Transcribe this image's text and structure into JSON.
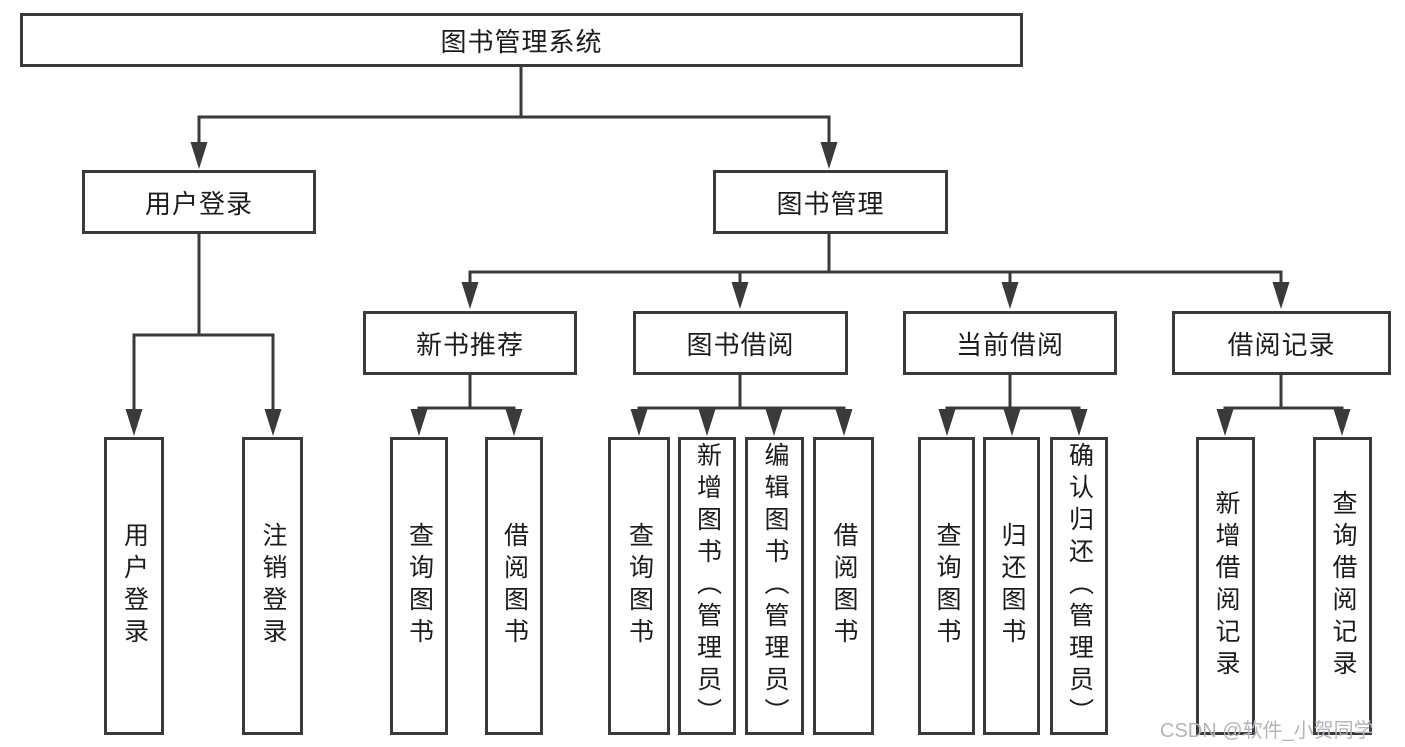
{
  "tree": {
    "root": {
      "label": "图书管理系统"
    },
    "children": [
      {
        "id": "user-login",
        "label": "用户登录",
        "leaves": [
          "用户登录",
          "注销登录"
        ]
      },
      {
        "id": "book-management",
        "label": "图书管理",
        "children": [
          {
            "id": "new-book-recommend",
            "label": "新书推荐",
            "leaves": [
              "查询图书",
              "借阅图书"
            ]
          },
          {
            "id": "book-borrowing",
            "label": "图书借阅",
            "leaves": [
              "查询图书",
              "新增图书（管理员）",
              "编辑图书（管理员）",
              "借阅图书"
            ]
          },
          {
            "id": "current-borrowing",
            "label": "当前借阅",
            "leaves": [
              "查询图书",
              "归还图书",
              "确认归还（管理员）"
            ]
          },
          {
            "id": "borrowing-records",
            "label": "借阅记录",
            "leaves": [
              "新增借阅记录",
              "查询借阅记录"
            ]
          }
        ]
      }
    ]
  },
  "watermark": {
    "text": "CSDN @软件_小贺同学"
  },
  "colors": {
    "line": "#3a3a3a",
    "text": "#1c1c1c",
    "watermark": "#b2b5b9",
    "background": "#ffffff"
  }
}
